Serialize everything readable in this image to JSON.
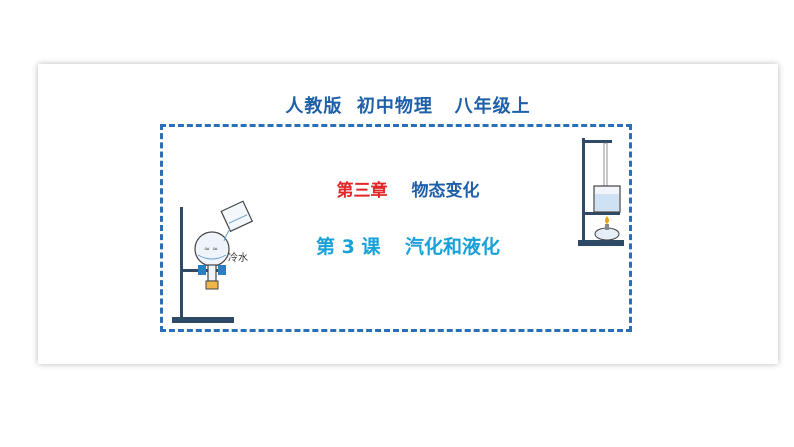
{
  "slide": {
    "series_title": "人教版  初中物理   八年级上",
    "chapter_label": "第三章",
    "chapter_name": "物态变化",
    "lesson_label": "第 3 课",
    "lesson_name": "汽化和液化",
    "left_illustration_label": "冷水"
  },
  "colors": {
    "frame_border": "#2a6fb8",
    "series_title": "#1f5fa8",
    "chapter_label": "#e0282a",
    "chapter_name": "#1f5fa8",
    "lesson": "#1aa0d8"
  },
  "icons": [
    "flask-stand-illustration",
    "beaker-burner-stand-illustration"
  ]
}
